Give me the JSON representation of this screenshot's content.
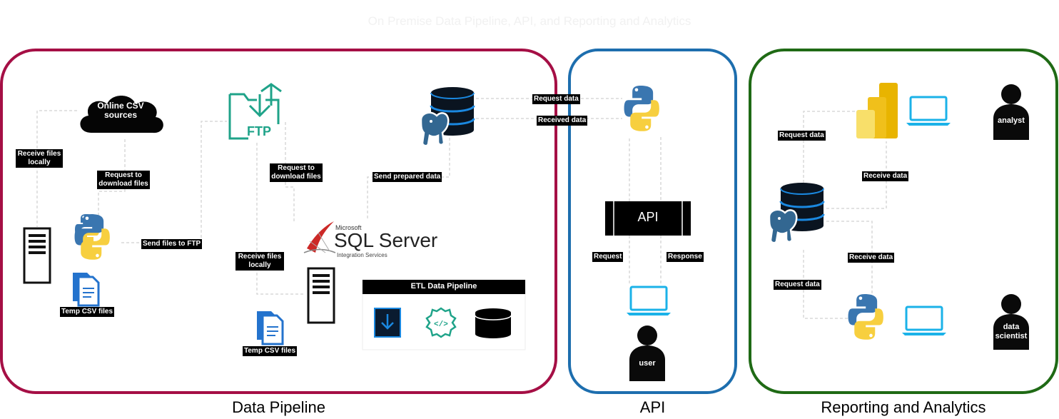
{
  "title": "On Premise Data Pipeline, API, and Reporting and Analytics",
  "sections": {
    "data_pipeline": "Data Pipeline",
    "api": "API",
    "reporting": "Reporting and Analytics"
  },
  "colors": {
    "data_pipeline": "#a50f45",
    "api": "#1d6eae",
    "reporting": "#1f6a15",
    "connector": "#d9d9d9",
    "ftp_green": "#1fa389",
    "python_blue": "#3a76b0",
    "python_yellow": "#f7cf3f",
    "laptop_cyan": "#1bb2e8"
  },
  "nodes": {
    "online_csv": "Online CSV sources",
    "temp_csv_1": "Temp CSV files",
    "temp_csv_2": "Temp CSV files",
    "ssis_brand": "Microsoft",
    "ssis_name": "SQL Server",
    "ssis_sub": "Integration Services",
    "etl_title": "ETL Data Pipeline",
    "api_box": "API",
    "user": "user",
    "analyst": "analyst",
    "data_scientist": "data scientist"
  },
  "edges": {
    "receive_files_locally_1": "Receive files locally",
    "request_to_download_1": "Request to download files",
    "send_files_to_ftp": "Send files to FTP",
    "request_to_download_2": "Request to download files",
    "receive_files_locally_2": "Receive files locally",
    "send_prepared_data": "Send prepared data",
    "request_data_api": "Request data",
    "received_data_api": "Received data",
    "request": "Request",
    "response": "Response",
    "request_data_pbi": "Request data",
    "receive_data_pbi": "Receive data",
    "receive_data_py": "Receive data",
    "request_data_py": "Request data"
  },
  "icons": [
    "cloud-icon",
    "ftp-icon",
    "python-icon",
    "server-icon",
    "document-icon",
    "postgres-icon",
    "database-icon",
    "sql-server-icon",
    "download-icon",
    "code-gear-icon",
    "laptop-icon",
    "powerbi-icon",
    "user-icon"
  ]
}
